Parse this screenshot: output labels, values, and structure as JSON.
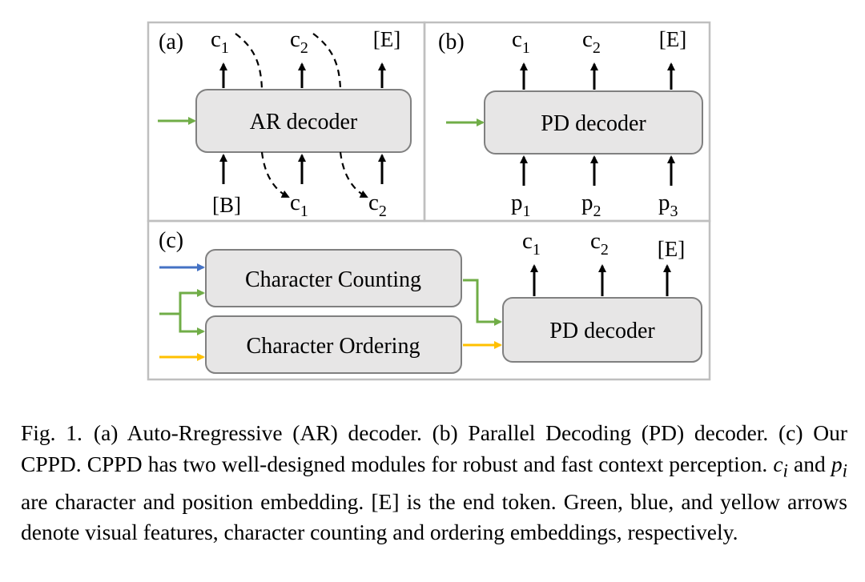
{
  "panel_a": {
    "label": "(a)",
    "decoder": "AR decoder",
    "outputs": [
      {
        "base": "c",
        "sub": "1"
      },
      {
        "base": "c",
        "sub": "2"
      },
      {
        "base": "[E]",
        "sub": ""
      }
    ],
    "inputs": [
      {
        "base": "[B]",
        "sub": ""
      },
      {
        "base": "c",
        "sub": "1"
      },
      {
        "base": "c",
        "sub": "2"
      }
    ]
  },
  "panel_b": {
    "label": "(b)",
    "decoder": "PD decoder",
    "outputs": [
      {
        "base": "c",
        "sub": "1"
      },
      {
        "base": "c",
        "sub": "2"
      },
      {
        "base": "[E]",
        "sub": ""
      }
    ],
    "inputs": [
      {
        "base": "p",
        "sub": "1"
      },
      {
        "base": "p",
        "sub": "2"
      },
      {
        "base": "p",
        "sub": "3"
      }
    ]
  },
  "panel_c": {
    "label": "(c)",
    "counting": "Character Counting",
    "ordering": "Character Ordering",
    "decoder": "PD decoder",
    "outputs": [
      {
        "base": "c",
        "sub": "1"
      },
      {
        "base": "c",
        "sub": "2"
      },
      {
        "base": "[E]",
        "sub": ""
      }
    ]
  },
  "colors": {
    "green": "#70ad47",
    "blue": "#4472c4",
    "yellow": "#ffc000",
    "box_fill": "#e7e6e6",
    "box_stroke": "#808080",
    "frame": "#bfbfbf"
  },
  "caption": {
    "fig_no": "Fig. 1.",
    "t1": "(a) Auto-Rregressive (AR) decoder. (b) Parallel Decoding (PD) decoder. (c) Our CPPD. CPPD has two well-designed modules for robust and fast context perception. ",
    "ci_base": "c",
    "ci_sub": "i",
    "t2": " and ",
    "pi_base": "p",
    "pi_sub": "i",
    "t3": " are character and position embedding. [E] is the end token. Green, blue, and yellow arrows denote visual features, character counting and ordering embeddings, respectively."
  }
}
